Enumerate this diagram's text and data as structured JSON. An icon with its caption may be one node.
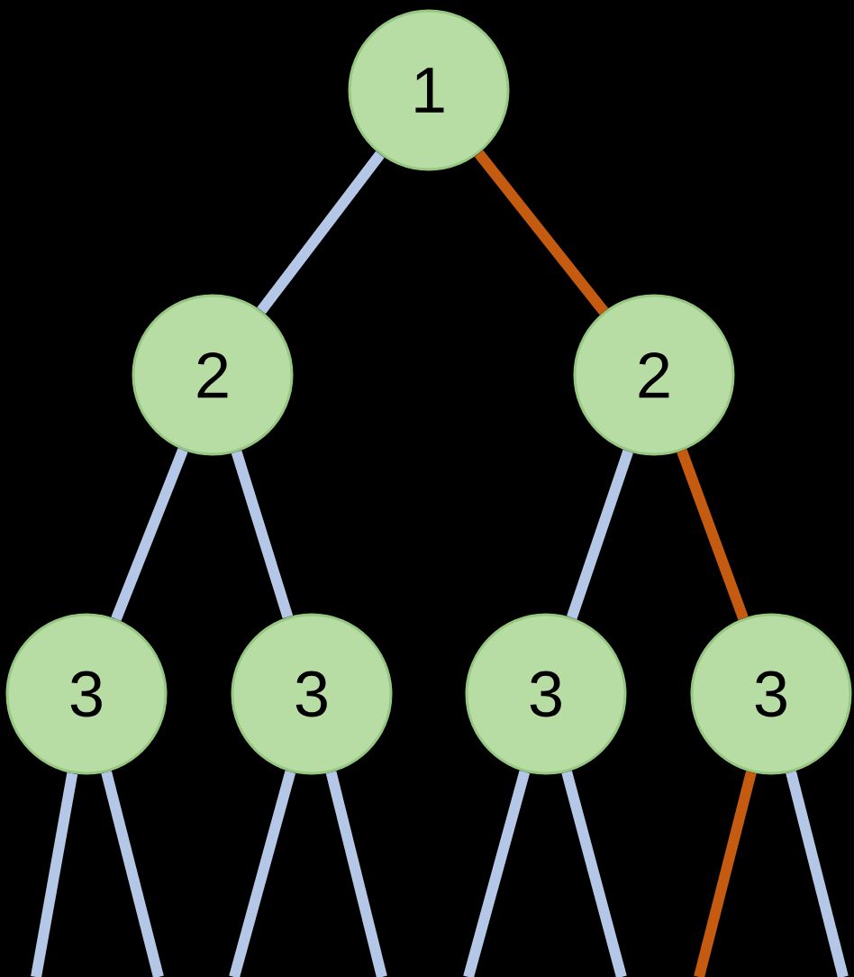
{
  "diagram": {
    "nodes": [
      {
        "text": [
          "1"
        ]
      },
      {
        "text": [
          "2"
        ]
      },
      {
        "text": [
          "2"
        ]
      },
      {
        "text": [
          "3"
        ]
      },
      {
        "text": [
          "3"
        ]
      },
      {
        "text": [
          "3"
        ]
      },
      {
        "text": [
          "3"
        ]
      }
    ],
    "edges": [
      {
        "from": 0,
        "to": 1,
        "arrow": "none"
      },
      {
        "from": 0,
        "to": 2,
        "arrow": "none",
        "color": "#c55a11"
      },
      {
        "from": 1,
        "to": 3,
        "arrow": "none"
      },
      {
        "from": 1,
        "to": 4,
        "arrow": "none"
      },
      {
        "from": 2,
        "to": 5,
        "arrow": "none"
      },
      {
        "from": 2,
        "to": 6,
        "arrow": "none",
        "color": "#c55a11"
      },
      {
        "from": 3,
        "to": null,
        "arrow": "none"
      },
      {
        "from": 3,
        "to": null,
        "arrow": "none"
      },
      {
        "from": 4,
        "to": null,
        "arrow": "none"
      },
      {
        "from": 4,
        "to": null,
        "arrow": "none"
      },
      {
        "from": 5,
        "to": null,
        "arrow": "none"
      },
      {
        "from": 5,
        "to": null,
        "arrow": "none"
      },
      {
        "from": 6,
        "to": null,
        "arrow": "none",
        "color": "#c55a11"
      },
      {
        "from": 6,
        "to": null,
        "arrow": "none"
      }
    ]
  }
}
